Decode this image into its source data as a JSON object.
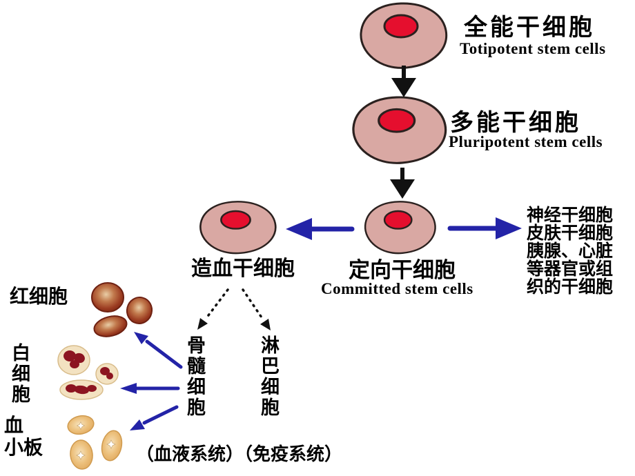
{
  "title": "Stem cell differentiation diagram",
  "colors": {
    "background": "#ffffff",
    "text": "#000000",
    "cell-body": "#d9a8a3",
    "cell-outline": "#2b211f",
    "nucleus": "#e50f2e",
    "arrow-black": "#111111",
    "arrow-blue": "#2323a7",
    "rbc-edge": "#6e2112",
    "wbc-body": "#f3e2c1",
    "wbc-nucleus": "#8c1420",
    "platelet-body": "#ecc07c"
  },
  "nodes": {
    "totipotent": {
      "cn": "全能干细胞",
      "en": "Totipotent stem cells"
    },
    "pluripotent": {
      "cn": "多能干细胞",
      "en": "Pluripotent stem cells"
    },
    "committed": {
      "cn": "定向干细胞",
      "en": "Committed stem cells"
    },
    "hematopoietic": {
      "cn": "造血干细胞"
    },
    "other_stem_cells": {
      "cn": "神经干细胞\n皮肤干细胞\n胰腺、心脏\n等器官或组\n织的干细胞"
    },
    "bone_marrow": {
      "cn": "骨髓细胞"
    },
    "lymphocyte": {
      "cn": "淋巴细胞"
    },
    "red_blood_cell": {
      "cn": "红细胞"
    },
    "white_blood_cell": {
      "cn": "白细胞"
    },
    "platelet": {
      "cn": "血\n小板"
    },
    "systems": {
      "cn": "（血液系统）（免疫系统）"
    }
  }
}
